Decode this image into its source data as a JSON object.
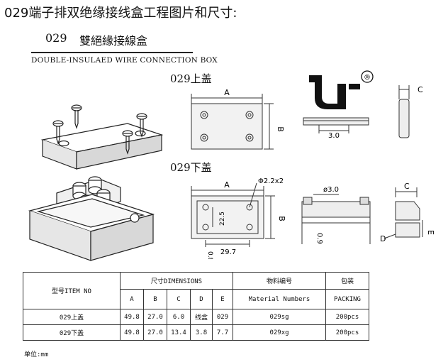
{
  "page": {
    "title": "029端子排双绝缘接线盒工程图片和尺寸:"
  },
  "brand": {
    "model": "029",
    "name_cn": "雙絕緣接線盒",
    "name_en": "DOUBLE-INSULAED  WIRE CONNECTION BOX"
  },
  "sections": {
    "upper": "029上盖",
    "lower": "029下盖"
  },
  "dims": {
    "A": "A",
    "B": "B",
    "C": "C",
    "D": "D",
    "E": "E",
    "upper_depth": "3.0",
    "hole": "Φ2.2x2",
    "hole_spacing_v": "22.5",
    "hole_spacing_h": "29.7",
    "wall": "0.8",
    "lower_depth": "ø3.0",
    "lower_side": "0.9"
  },
  "logo": {
    "mark": "®"
  },
  "table": {
    "header": {
      "model": "型号ITEM NO",
      "dimensions": "尺寸DIMENSIONS",
      "material": "物料编号",
      "material_en": "Material Numbers",
      "packing": "包装",
      "packing_en": "PACKING",
      "cols": [
        "A",
        "B",
        "C",
        "D",
        "E"
      ]
    },
    "rows": [
      {
        "model": "029上盖",
        "values": [
          "49.8",
          "27.0",
          "6.0",
          "线盒",
          "029"
        ],
        "material": "029sg",
        "packing": "200pcs"
      },
      {
        "model": "029下盖",
        "values": [
          "49.8",
          "27.0",
          "13.4",
          "3.8",
          "7.7"
        ],
        "material": "029xg",
        "packing": "200pcs"
      }
    ]
  },
  "unit_note": "单位:mm"
}
